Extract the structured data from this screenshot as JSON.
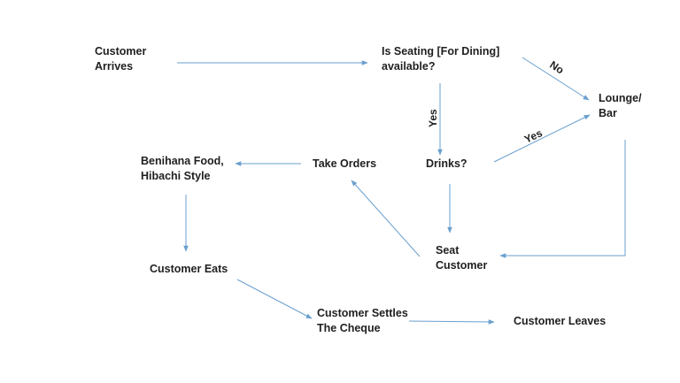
{
  "nodes": {
    "customer_arrives": [
      "Customer",
      "Arrives"
    ],
    "seating_available": [
      "Is Seating [For Dining]",
      "available?"
    ],
    "lounge_bar": [
      "Lounge/",
      "Bar"
    ],
    "benihana_food": [
      "Benihana Food,",
      "Hibachi Style"
    ],
    "take_orders": [
      "Take Orders"
    ],
    "drinks": [
      "Drinks?"
    ],
    "customer_eats": [
      "Customer Eats"
    ],
    "seat_customer": [
      "Seat",
      "Customer"
    ],
    "settles_cheque": [
      "Customer Settles",
      "The Cheque"
    ],
    "customer_leaves": [
      "Customer Leaves"
    ]
  },
  "edge_labels": {
    "no": "No",
    "yes_down": "Yes",
    "yes_drinks": "Yes"
  },
  "colors": {
    "arrow": "#6a9fce",
    "text": "#1f1f1f"
  }
}
